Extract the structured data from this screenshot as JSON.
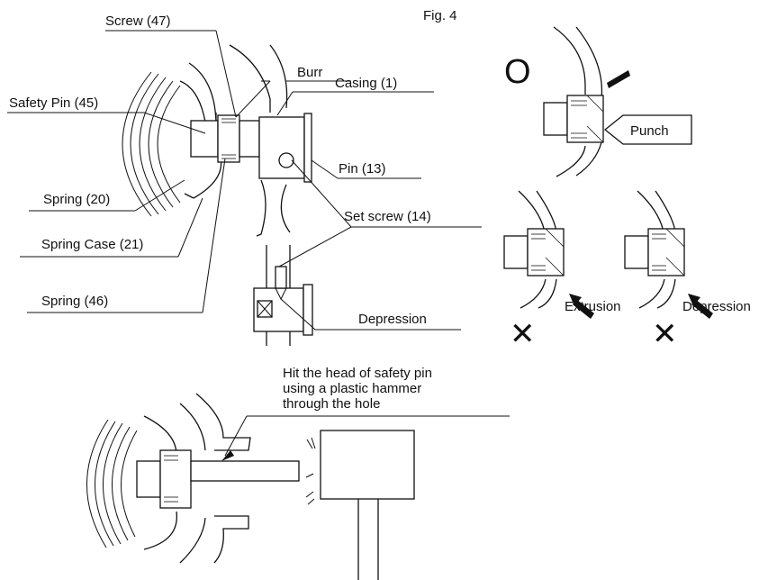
{
  "figure_title": "Fig. 4",
  "labels": {
    "screw_47": "Screw (47)",
    "burr": "Burr",
    "safety_pin_45": "Safety Pin (45)",
    "casing_1": "Casing (1)",
    "pin_13": "Pin (13)",
    "spring_20": "Spring (20)",
    "set_screw_14": "Set screw (14)",
    "spring_case_21": "Spring Case (21)",
    "spring_46": "Spring (46)",
    "depression_detail": "Depression",
    "punch": "Punch",
    "extrusion": "Extrusion",
    "depression_bad": "Depression"
  },
  "marks": {
    "correct": "O",
    "wrong": "✕"
  },
  "instruction": [
    "Hit the head  of safety pin",
    "using a plastic hammer",
    "through the hole"
  ]
}
